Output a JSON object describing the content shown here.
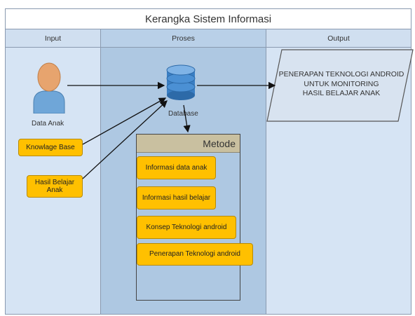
{
  "diagram": {
    "title": "Kerangka Sistem Informasi",
    "columns": {
      "input": "Input",
      "proses": "Proses",
      "output": "Output"
    },
    "input": {
      "actor_label": "Data Anak",
      "knowledge_base": "Knowlage Base",
      "hasil_belajar": "Hasil Belajar Anak"
    },
    "proses": {
      "database_label": "Database",
      "metode_title": "Metode",
      "metode_items": [
        "Informasi data anak",
        "Informasi hasil belajar",
        "Konsep Teknologi android",
        "Penerapan Teknologi android"
      ]
    },
    "output": {
      "line1": "PENERAPAN TEKNOLOGI ANDROID",
      "line2": "UNTUK MONITORING",
      "line3": "HASIL BELAJAR ANAK"
    },
    "colors": {
      "yellow": "#ffc000",
      "database_blue": "#3a7fc4",
      "person_orange": "#e7a46e",
      "person_blue": "#6fa6d8"
    }
  }
}
